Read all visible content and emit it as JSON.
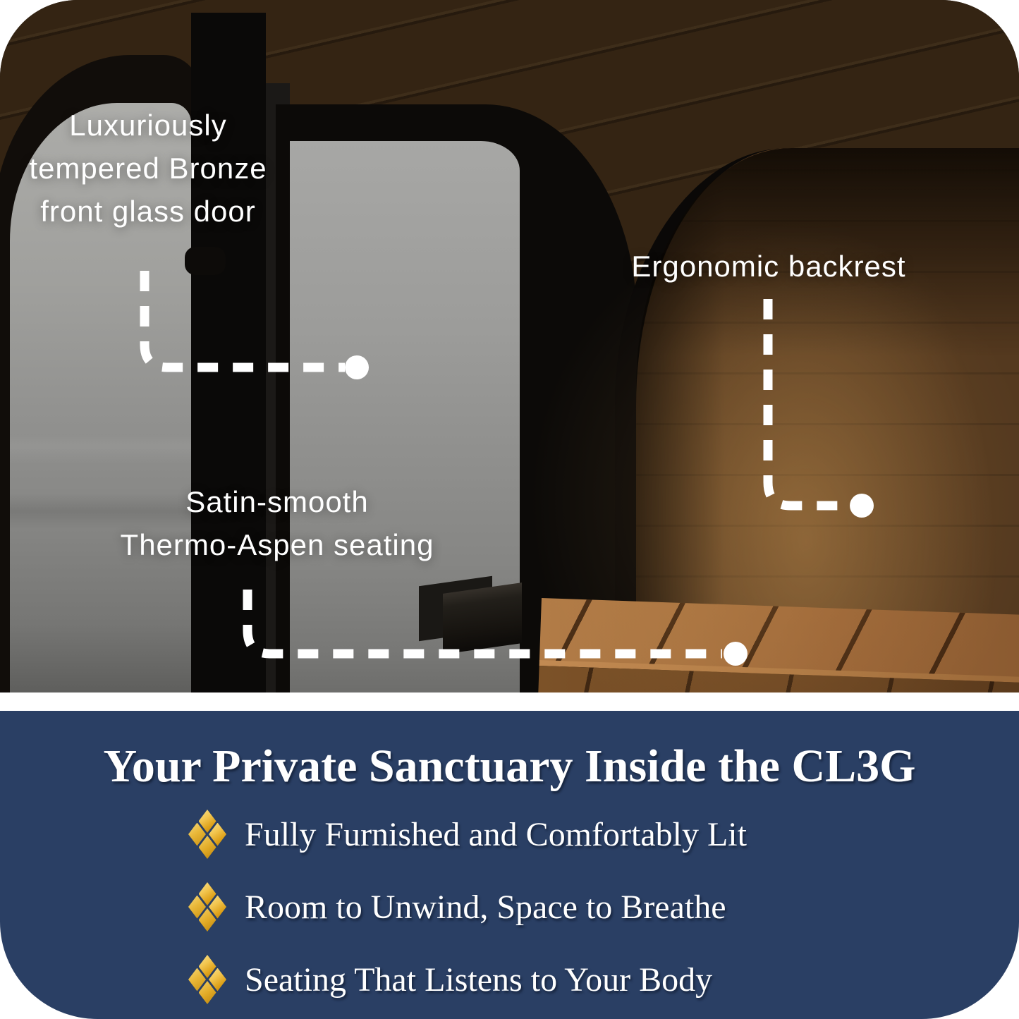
{
  "photo": {
    "annotations": {
      "door": {
        "line1": "Luxuriously",
        "line2": "tempered Bronze",
        "line3": "front glass door"
      },
      "backrest": {
        "text": "Ergonomic backrest"
      },
      "seating": {
        "line1": "Satin-smooth",
        "line2": "Thermo-Aspen seating"
      }
    }
  },
  "panel": {
    "title": "Your Private Sanctuary Inside the CL3G",
    "bullets": [
      {
        "label": "Fully Furnished and Comfortably Lit"
      },
      {
        "label": "Room to Unwind, Space to Breathe"
      },
      {
        "label": "Seating That Listens to Your Body"
      }
    ],
    "colors": {
      "background": "#2A3F64",
      "text": "#FFFFFF",
      "gold_accent": "#E9BC3F",
      "callout_line": "#FFFFFF"
    }
  }
}
